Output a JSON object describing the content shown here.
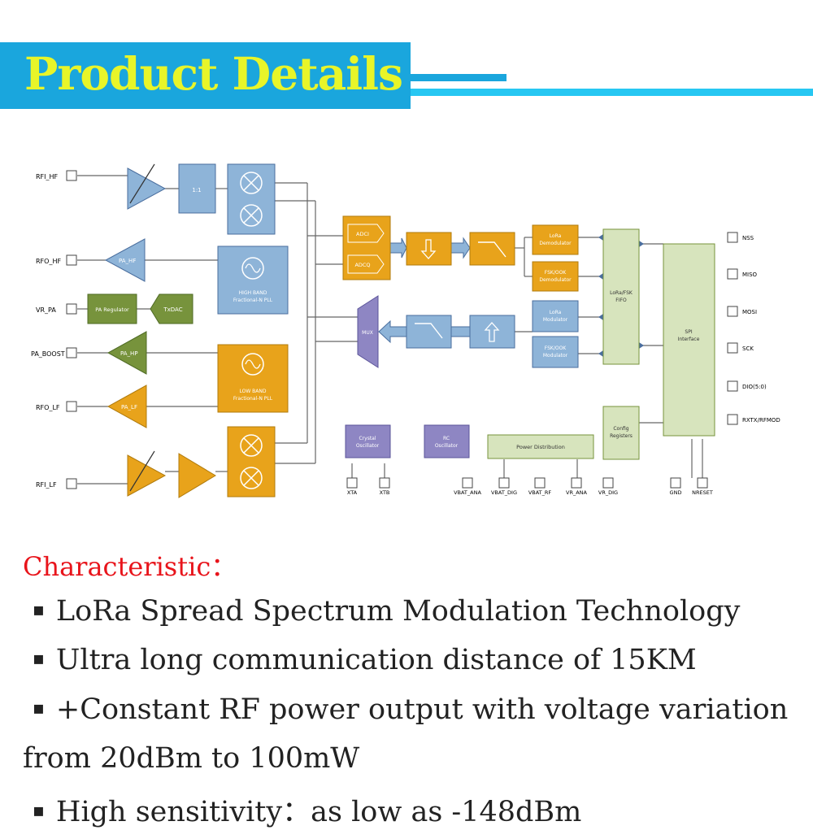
{
  "header": {
    "title": "Product Details"
  },
  "diagram": {
    "pins_left": [
      "RFI_HF",
      "RFO_HF",
      "VR_PA",
      "PA_BOOST",
      "RFO_LF",
      "RFI_LF"
    ],
    "pins_right": [
      "NSS",
      "MISO",
      "MOSI",
      "SCK",
      "DIO(5:0)",
      "RXTX/RFMOD"
    ],
    "pins_bottom": [
      "XTA",
      "XTB",
      "VBAT_ANA",
      "VBAT_DIG",
      "VBAT_RF",
      "VR_ANA",
      "VR_DIG",
      "GND",
      "NRESET"
    ],
    "blocks": {
      "balun": "1:1",
      "pa_hf": "PA_HF",
      "pa_regulator": "PA Regulator",
      "txdac": "TxDAC",
      "pa_hp": "PA_HP",
      "pa_lf": "PA_LF",
      "hf_pll": [
        "HIGH BAND",
        "Fractional-N PLL"
      ],
      "lf_pll": [
        "LOW BAND",
        "Fractional-N PLL"
      ],
      "adci": "ADCI",
      "adcq": "ADCQ",
      "lora_demod": [
        "LoRa",
        "Demodulator"
      ],
      "fsk_demod": [
        "FSK/OOK",
        "Demodulator"
      ],
      "mux": "MUX",
      "lora_mod": [
        "LoRa",
        "Modulator"
      ],
      "fsk_mod": [
        "FSK/OOK",
        "Modulator"
      ],
      "fifo": [
        "LoRa/FSK",
        "FIFO"
      ],
      "spi": [
        "SPI",
        "Interface"
      ],
      "config": [
        "Config",
        "Registers"
      ],
      "crystal": [
        "Crystal",
        "Oscillator"
      ],
      "rc": [
        "RC",
        "Oscillator"
      ],
      "power": "Power Distribution"
    },
    "colors": {
      "blue": "#8eb4d8",
      "orange": "#e8a31b",
      "green": "#77933c",
      "lightgreen": "#d7e4bd",
      "purple": "#8e86c3"
    }
  },
  "characteristic": {
    "title": "Characteristic：",
    "bullet": "▪",
    "items": [
      "LoRa Spread Spectrum Modulation Technology",
      "Ultra long communication distance of 15KM",
      "+Constant RF power output with voltage variation",
      "High sensitivity：as low as -148dBm"
    ],
    "continuation": "from 20dBm to 100mW"
  }
}
